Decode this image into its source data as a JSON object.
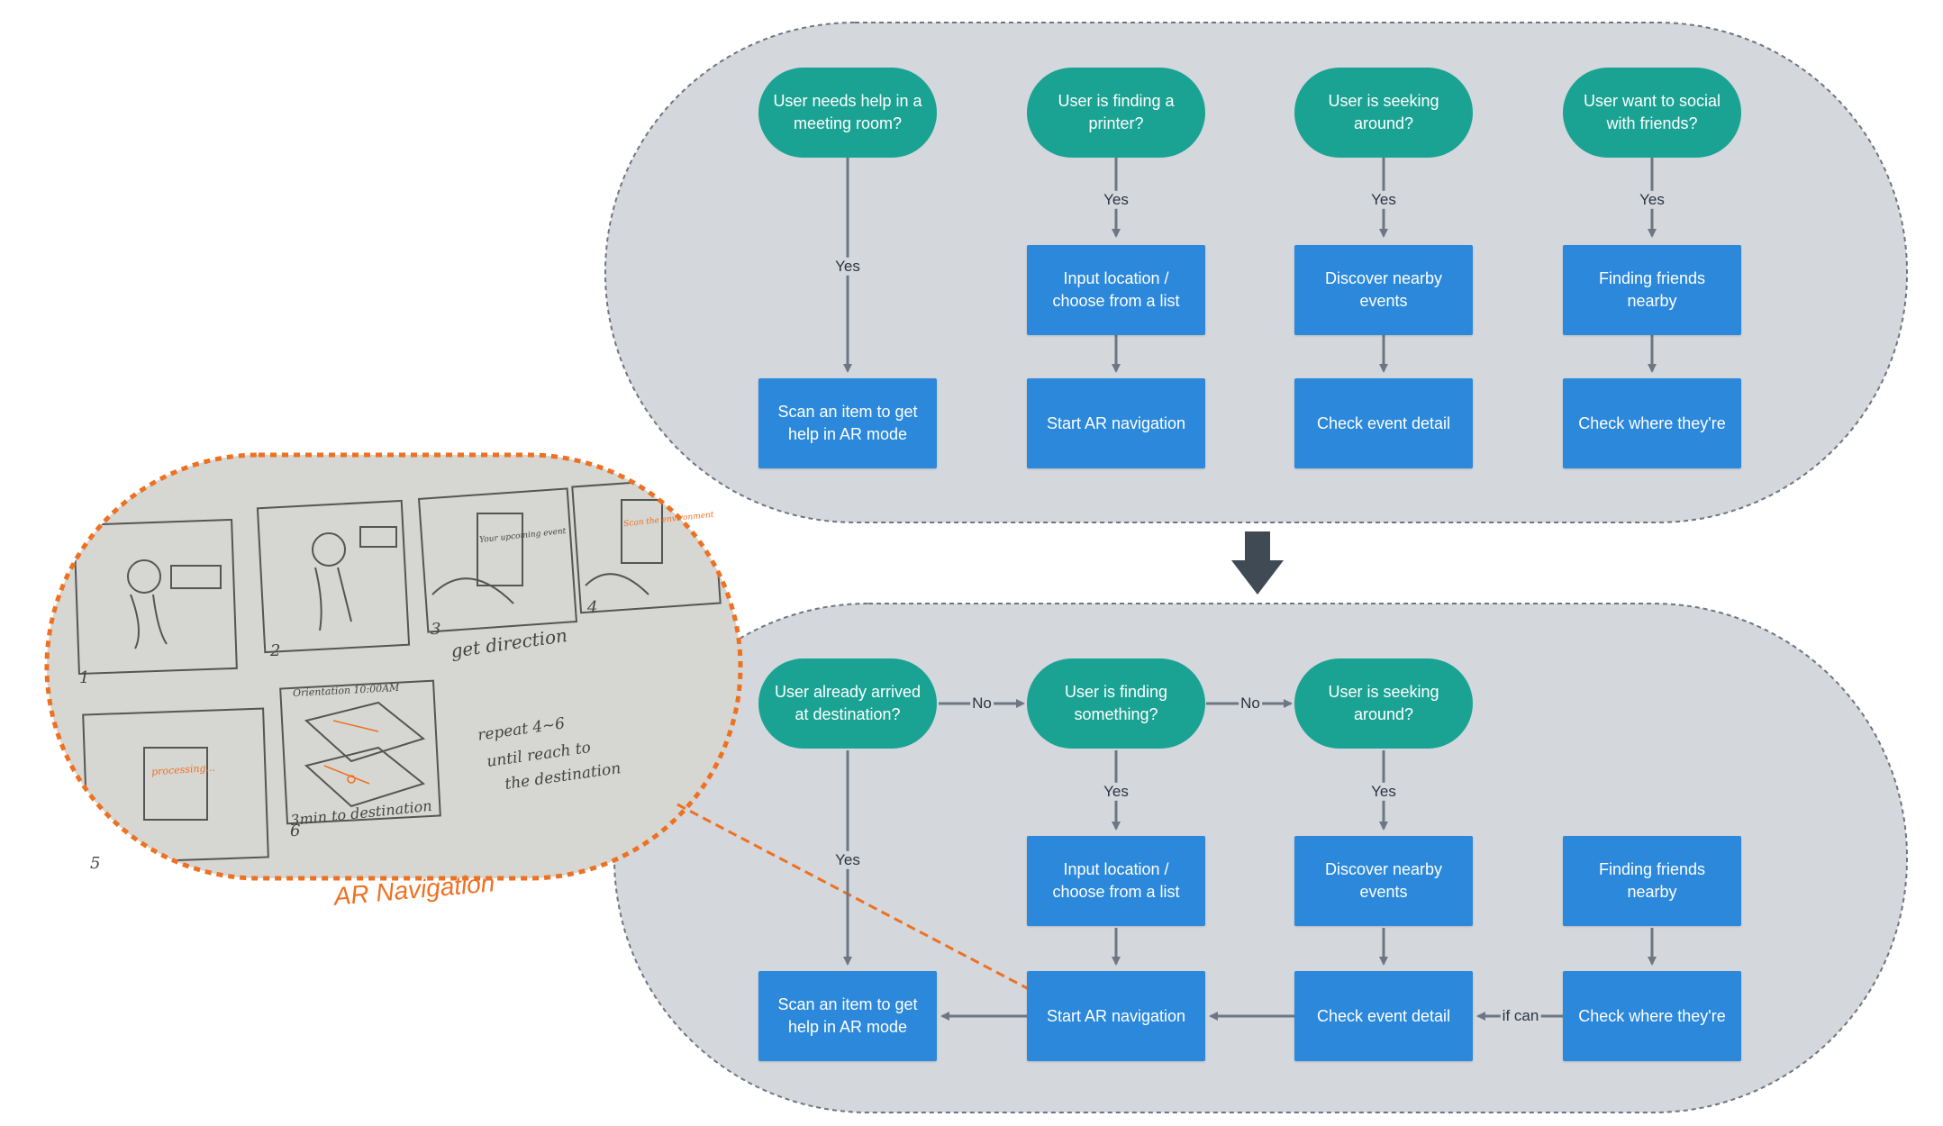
{
  "top_flow": {
    "decisions": [
      "User needs help in a meeting room?",
      "User is finding a printer?",
      "User is seeking around?",
      "User want to social with friends?"
    ],
    "middle": [
      "Input location / choose from a list",
      "Discover nearby events",
      "Finding friends nearby"
    ],
    "bottom": [
      "Scan an item to get help in AR mode",
      "Start AR navigation",
      "Check event detail",
      "Check where they're"
    ],
    "yes_label": "Yes"
  },
  "bottom_flow": {
    "decisions": [
      "User already arrived at destination?",
      "User is finding something?",
      "User is seeking around?"
    ],
    "middle": [
      "Input location / choose from a list",
      "Discover nearby events",
      "Finding friends nearby"
    ],
    "bottom": [
      "Scan an item to get help in AR mode",
      "Start AR navigation",
      "Check event detail",
      "Check where they're"
    ],
    "yes_label": "Yes",
    "no_label": "No",
    "if_can_label": "if can"
  },
  "sketch": {
    "caption": "AR Navigation",
    "notes": {
      "get_direction": "get direction",
      "repeat": "repeat 4~6",
      "until": "until reach to",
      "destination": "the destination",
      "eta": "3min to destination",
      "orientation": "Orientation 10:00AM",
      "processing": "processing...",
      "scan": "Scan the environment",
      "event": "Your upcoming event"
    },
    "panel_numbers": [
      "1",
      "2",
      "3",
      "4",
      "5",
      "6"
    ]
  },
  "colors": {
    "decision": "#1aa393",
    "process": "#2b88db",
    "container": "#d4d7dc",
    "connector": "#6d7784",
    "accent": "#ee7122",
    "transition_arrow": "#3f4a54"
  }
}
